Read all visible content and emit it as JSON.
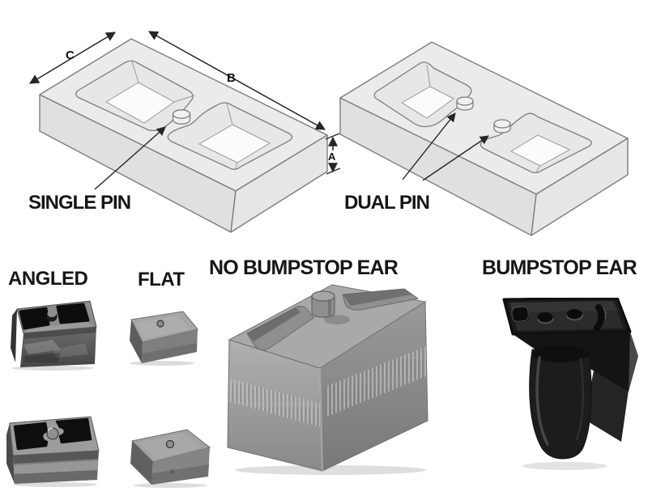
{
  "colors": {
    "background": "#ffffff",
    "drawing_fill": "#ebebeb",
    "drawing_stroke": "#7d7d7d",
    "dimension_color": "#262626",
    "text_color": "#161616",
    "photo_gray": "#8f8f8f",
    "bumpstop_black": "#1a1a1a"
  },
  "diagram": {
    "single_pin_label": "SINGLE PIN",
    "dual_pin_label": "DUAL PIN",
    "dim_a": "A",
    "dim_b": "B",
    "dim_c": "C"
  },
  "sections": {
    "angled": "ANGLED",
    "flat": "FLAT",
    "no_bumpstop": "NO BUMPSTOP EAR",
    "bumpstop": "BUMPSTOP EAR"
  }
}
